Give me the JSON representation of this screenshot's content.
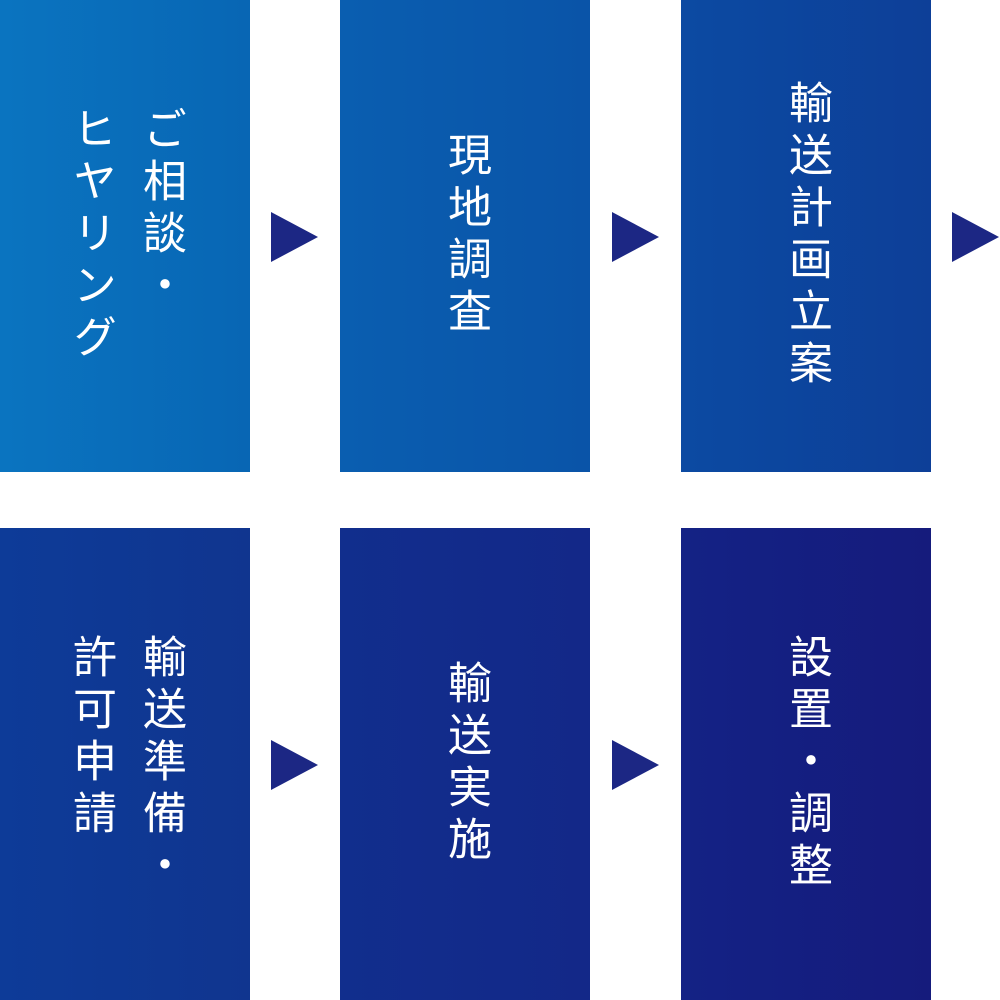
{
  "flow": {
    "steps": [
      {
        "label": "ご相談・\nヒヤリング",
        "color_from": "#0a74c0",
        "color_to": "#0866b4"
      },
      {
        "label": "現地調査",
        "color_from": "#0a5eb0",
        "color_to": "#0a54a8"
      },
      {
        "label": "輸送計画立案",
        "color_from": "#0c4aa2",
        "color_to": "#0d3f98"
      },
      {
        "label": "輸送準備・\n許可申請",
        "color_from": "#0d3b98",
        "color_to": "#10358f"
      },
      {
        "label": "輸送実施",
        "color_from": "#112e8d",
        "color_to": "#132888"
      },
      {
        "label": "設置・調整",
        "color_from": "#142285",
        "color_to": "#151b7c"
      }
    ],
    "arrow_color": "#1c2784"
  }
}
